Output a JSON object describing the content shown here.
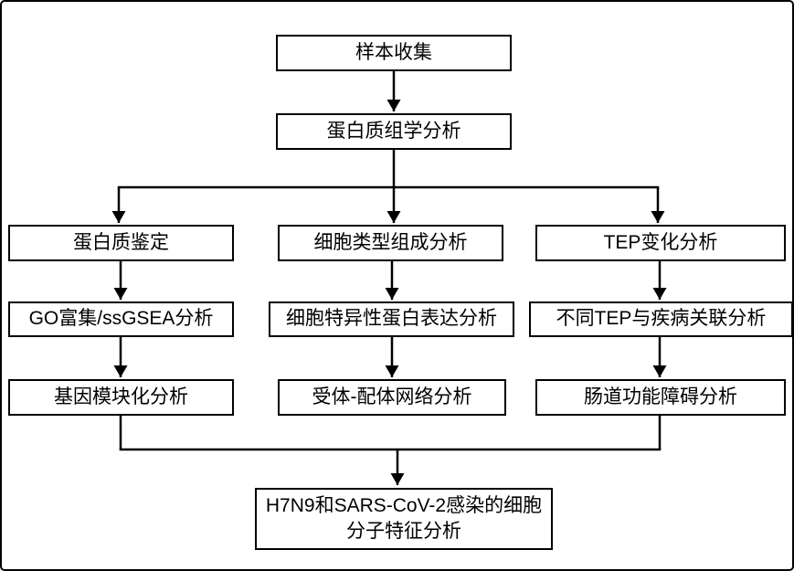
{
  "diagram": {
    "type": "flowchart",
    "colors": {
      "line": "#000000",
      "box_border": "#000000",
      "box_fill": "#ffffff",
      "background": "#ffffff"
    },
    "nodes": [
      {
        "id": "sample-collection",
        "label": "样本收集"
      },
      {
        "id": "proteomics-analysis",
        "label": "蛋白质组学分析"
      },
      {
        "id": "protein-identification",
        "label": "蛋白质鉴定"
      },
      {
        "id": "cell-type-composition",
        "label": "细胞类型组成分析"
      },
      {
        "id": "tep-change-analysis",
        "label": "TEP变化分析"
      },
      {
        "id": "go-ssgsea-analysis",
        "label": "GO富集/ssGSEA分析"
      },
      {
        "id": "cell-specific-expression",
        "label": "细胞特异性蛋白表达分析"
      },
      {
        "id": "tep-disease-association",
        "label": "不同TEP与疾病关联分析"
      },
      {
        "id": "gene-modularization",
        "label": "基因模块化分析"
      },
      {
        "id": "receptor-ligand-network",
        "label": "受体-配体网络分析"
      },
      {
        "id": "gut-dysfunction-analysis",
        "label": "肠道功能障碍分析"
      },
      {
        "id": "final-analysis",
        "label": "H7N9和SARS-CoV-2感染的细胞分子特征分析"
      }
    ],
    "edges": [
      {
        "from": "sample-collection",
        "to": "proteomics-analysis"
      },
      {
        "from": "proteomics-analysis",
        "to": "protein-identification"
      },
      {
        "from": "proteomics-analysis",
        "to": "cell-type-composition"
      },
      {
        "from": "proteomics-analysis",
        "to": "tep-change-analysis"
      },
      {
        "from": "protein-identification",
        "to": "go-ssgsea-analysis"
      },
      {
        "from": "go-ssgsea-analysis",
        "to": "gene-modularization"
      },
      {
        "from": "cell-type-composition",
        "to": "cell-specific-expression"
      },
      {
        "from": "cell-specific-expression",
        "to": "receptor-ligand-network"
      },
      {
        "from": "tep-change-analysis",
        "to": "tep-disease-association"
      },
      {
        "from": "tep-disease-association",
        "to": "gut-dysfunction-analysis"
      },
      {
        "from": "gene-modularization",
        "to": "final-analysis"
      },
      {
        "from": "gut-dysfunction-analysis",
        "to": "final-analysis"
      }
    ]
  }
}
